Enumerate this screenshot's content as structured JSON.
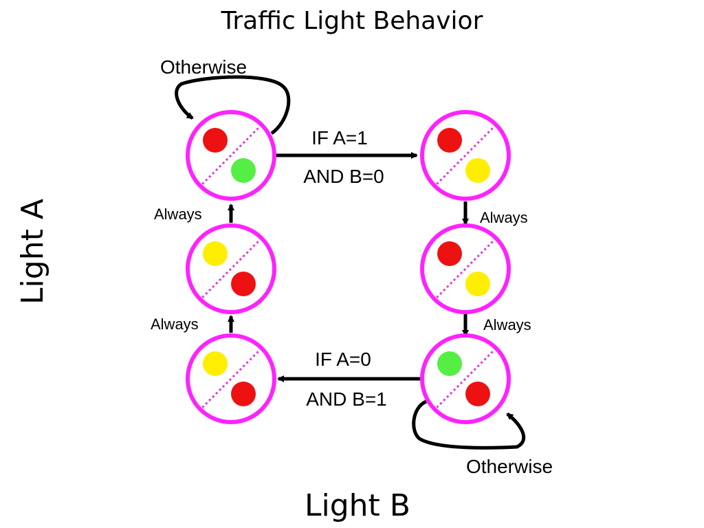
{
  "title": "Traffic Light Behavior",
  "axis_labels": {
    "vertical": "Light A",
    "horizontal": "Light B"
  },
  "colors": {
    "state_outline": "#ff22ff",
    "divider": "#e033e0",
    "red": "#ee1111",
    "yellow": "#ffee00",
    "green": "#55ee44",
    "arrow": "#000000"
  },
  "states": [
    {
      "id": "s1",
      "lights": [
        "red",
        "green"
      ]
    },
    {
      "id": "s2",
      "lights": [
        "red",
        "yellow"
      ]
    },
    {
      "id": "s3",
      "lights": [
        "red",
        "yellow"
      ]
    },
    {
      "id": "s4",
      "lights": [
        "green",
        "red"
      ]
    },
    {
      "id": "s5",
      "lights": [
        "yellow",
        "red"
      ]
    },
    {
      "id": "s6",
      "lights": [
        "yellow",
        "red"
      ]
    }
  ],
  "transitions": [
    {
      "from": "s1",
      "to": "s2",
      "line1": "IF A=1",
      "line2": "AND B=0"
    },
    {
      "from": "s2",
      "to": "s3",
      "label": "Always"
    },
    {
      "from": "s3",
      "to": "s4",
      "label": "Always"
    },
    {
      "from": "s4",
      "to": "s5",
      "line1": "IF A=0",
      "line2": "AND B=1"
    },
    {
      "from": "s5",
      "to": "s6",
      "label": "Always"
    },
    {
      "from": "s6",
      "to": "s1",
      "label": "Always"
    },
    {
      "from": "s1",
      "to": "s1",
      "label": "Otherwise"
    },
    {
      "from": "s4",
      "to": "s4",
      "label": "Otherwise"
    }
  ]
}
